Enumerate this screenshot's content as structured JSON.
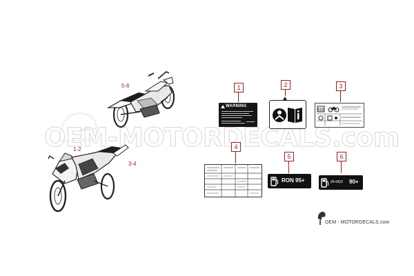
{
  "watermark": {
    "text": "OEM-MOTORDECALS.com"
  },
  "motorcycle_labels": {
    "top_bike": "5-6",
    "bottom_bike_front": "1-2",
    "bottom_bike_rear": "3-4"
  },
  "callouts": {
    "c1": "1",
    "c2": "2",
    "c3": "3",
    "c4": "4",
    "c5": "5",
    "c6": "6"
  },
  "decals": {
    "warning_title": "WARNING",
    "fuel_ron": "RON 95+",
    "fuel_rm": "(R+M)/2",
    "fuel_rm_value": "90+"
  },
  "brand": {
    "name": "OEM - MOTORDECALS.com"
  },
  "colors": {
    "accent": "#9b1c1c",
    "decal_black": "#111111"
  }
}
